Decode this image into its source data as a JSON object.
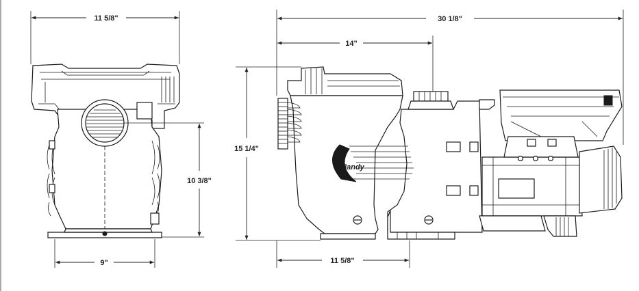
{
  "dimensions": {
    "front_width": "11 5/8\"",
    "front_base_width": "9\"",
    "front_inlet_height": "10 3/8\"",
    "side_overall_length": "30 1/8\"",
    "side_inlet_to_outlet": "14\"",
    "side_height": "15 1/4\"",
    "side_base_length": "11 5/8\""
  },
  "brand_logo": "Jandy"
}
